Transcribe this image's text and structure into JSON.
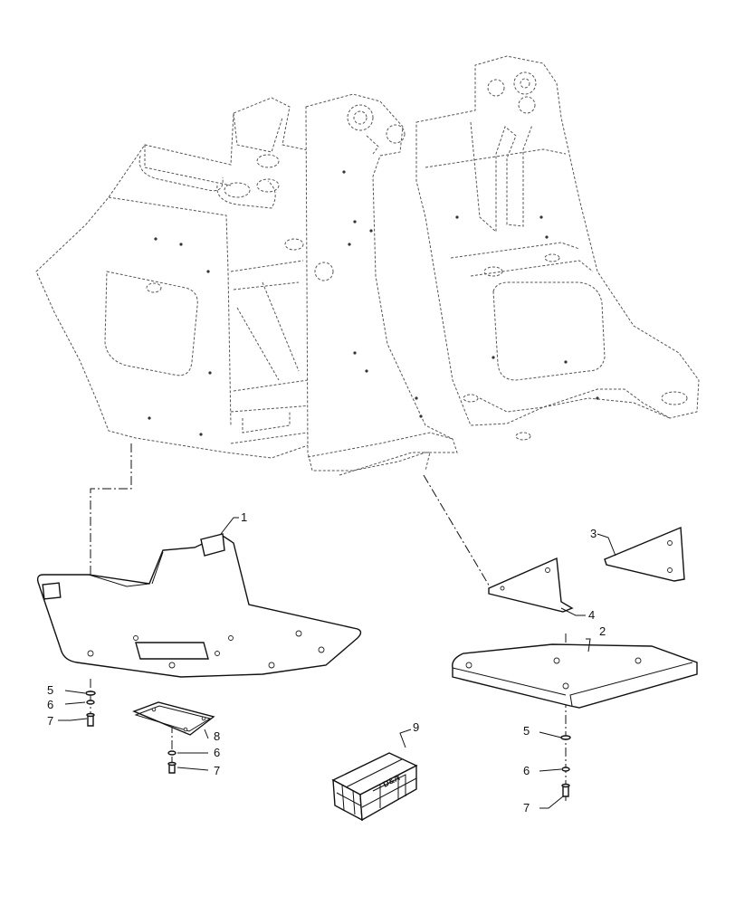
{
  "callouts": {
    "c1": "1",
    "c2": "2",
    "c3": "3",
    "c4": "4",
    "c5_left": "5",
    "c6_left": "6",
    "c7_left": "7",
    "c8": "8",
    "c6_center": "6",
    "c7_center": "7",
    "c9": "9",
    "c5_right": "5",
    "c6_right": "6",
    "c7_right": "7"
  }
}
